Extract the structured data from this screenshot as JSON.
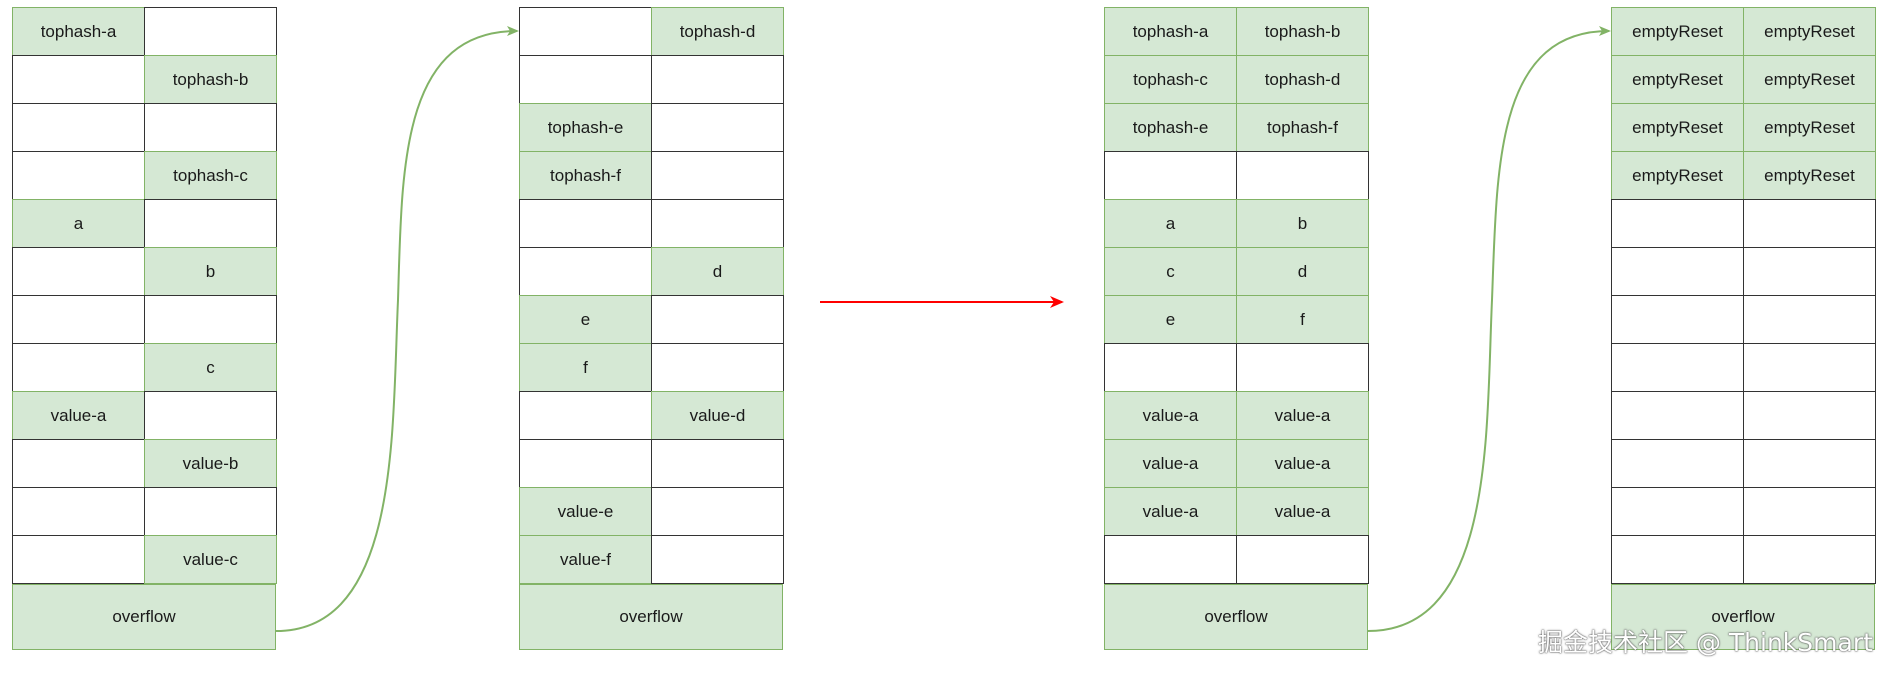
{
  "tables": [
    {
      "cells": [
        [
          "tophash-a",
          ""
        ],
        [
          "",
          "tophash-b"
        ],
        [
          "",
          ""
        ],
        [
          "",
          "tophash-c"
        ],
        [
          "a",
          ""
        ],
        [
          "",
          "b"
        ],
        [
          "",
          ""
        ],
        [
          "",
          "c"
        ],
        [
          "value-a",
          ""
        ],
        [
          "",
          "value-b"
        ],
        [
          "",
          ""
        ],
        [
          "",
          "value-c"
        ]
      ],
      "overflow_label": "overflow"
    },
    {
      "cells": [
        [
          "",
          "tophash-d"
        ],
        [
          "",
          ""
        ],
        [
          "tophash-e",
          ""
        ],
        [
          "tophash-f",
          ""
        ],
        [
          "",
          ""
        ],
        [
          "",
          "d"
        ],
        [
          "e",
          ""
        ],
        [
          "f",
          ""
        ],
        [
          "",
          "value-d"
        ],
        [
          "",
          ""
        ],
        [
          "value-e",
          ""
        ],
        [
          "value-f",
          ""
        ]
      ],
      "overflow_label": "overflow"
    },
    {
      "cells": [
        [
          "tophash-a",
          "tophash-b"
        ],
        [
          "tophash-c",
          "tophash-d"
        ],
        [
          "tophash-e",
          "tophash-f"
        ],
        [
          "",
          ""
        ],
        [
          "a",
          "b"
        ],
        [
          "c",
          "d"
        ],
        [
          "e",
          "f"
        ],
        [
          "",
          ""
        ],
        [
          "value-a",
          "value-a"
        ],
        [
          "value-a",
          "value-a"
        ],
        [
          "value-a",
          "value-a"
        ],
        [
          "",
          ""
        ]
      ],
      "overflow_label": "overflow"
    },
    {
      "cells": [
        [
          "emptyReset",
          "emptyReset"
        ],
        [
          "emptyReset",
          "emptyReset"
        ],
        [
          "emptyReset",
          "emptyReset"
        ],
        [
          "emptyReset",
          "emptyReset"
        ],
        [
          "",
          ""
        ],
        [
          "",
          ""
        ],
        [
          "",
          ""
        ],
        [
          "",
          ""
        ],
        [
          "",
          ""
        ],
        [
          "",
          ""
        ],
        [
          "",
          ""
        ],
        [
          "",
          ""
        ]
      ],
      "overflow_label": "overflow"
    }
  ],
  "colors": {
    "fill": "#d5e8d4",
    "fill_border": "#82b366",
    "cell_border": "#333333",
    "link": "#82b366",
    "transform_arrow": "#ff0000"
  },
  "watermark": "掘金技术社区 @ ThinkSmart"
}
